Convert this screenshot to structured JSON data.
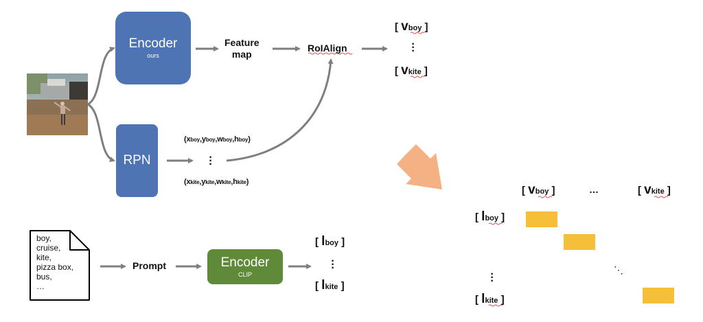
{
  "encoder_ours": {
    "title": "Encoder",
    "subtitle": "ours"
  },
  "rpn": {
    "title": "RPN"
  },
  "feature_map": {
    "line1": "Feature",
    "line2": "map"
  },
  "roialign": "RoIAlign",
  "outputs_v": {
    "boy": {
      "symbol": "v",
      "sub": "boy"
    },
    "kite": {
      "symbol": "v",
      "sub": "kite"
    }
  },
  "boxes": {
    "boy": {
      "vars": [
        "x",
        "y",
        "w",
        "h"
      ],
      "sub": "boy"
    },
    "kite": {
      "vars": [
        "x",
        "y",
        "w",
        "h"
      ],
      "sub": "kite"
    }
  },
  "label_list": [
    "boy,",
    "cruise,",
    "kite,",
    "pizza box,",
    "bus,",
    "…"
  ],
  "prompt": "Prompt",
  "encoder_clip": {
    "title": "Encoder",
    "subtitle": "CLIP"
  },
  "outputs_l": {
    "boy": {
      "symbol": "l",
      "sub": "boy"
    },
    "kite": {
      "symbol": "l",
      "sub": "kite"
    }
  },
  "matrix": {
    "col_boy": {
      "symbol": "v",
      "sub": "boy"
    },
    "col_kite": {
      "symbol": "v",
      "sub": "kite"
    },
    "row_boy": {
      "symbol": "l",
      "sub": "boy"
    },
    "row_kite": {
      "symbol": "l",
      "sub": "kite"
    },
    "ellipsis": "…"
  },
  "colors": {
    "encoder_blue": "#4f74b3",
    "clip_green": "#5f8a3a",
    "cell_yellow": "#f5bf3a",
    "arrow_gray": "#7f7f7f",
    "big_arrow": "#f4b183"
  }
}
